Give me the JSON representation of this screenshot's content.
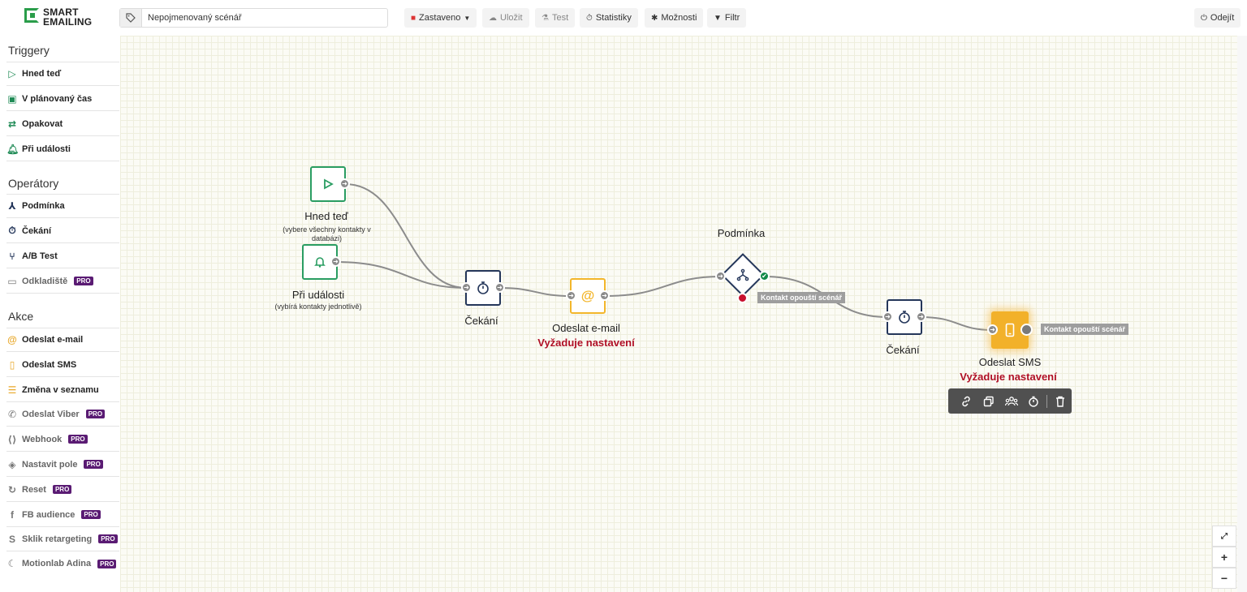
{
  "header": {
    "logo_line1": "SMART",
    "logo_line2": "EMAILING",
    "scenario_name": "Nepojmenovaný scénář",
    "buttons": {
      "status": "Zastaveno",
      "save": "Uložit",
      "test": "Test",
      "statistics": "Statistiky",
      "options": "Možnosti",
      "filter": "Filtr",
      "exit": "Odejít"
    }
  },
  "sidebar": {
    "triggers_title": "Triggery",
    "triggers": [
      {
        "label": "Hned teď",
        "icon": "play-icon"
      },
      {
        "label": "V plánovaný čas",
        "icon": "calendar-icon"
      },
      {
        "label": "Opakovat",
        "icon": "repeat-icon"
      },
      {
        "label": "Při události",
        "icon": "bell-icon"
      }
    ],
    "operators_title": "Operátory",
    "operators": [
      {
        "label": "Podmínka",
        "icon": "branch-icon"
      },
      {
        "label": "Čekání",
        "icon": "stopwatch-icon"
      },
      {
        "label": "A/B Test",
        "icon": "ab-split-icon"
      },
      {
        "label": "Odkladiště",
        "icon": "archive-icon",
        "badge": "PRO"
      }
    ],
    "actions_title": "Akce",
    "actions": [
      {
        "label": "Odeslat e-mail",
        "icon": "at-icon"
      },
      {
        "label": "Odeslat SMS",
        "icon": "phone-icon"
      },
      {
        "label": "Změna v seznamu",
        "icon": "list-icon"
      },
      {
        "label": "Odeslat Viber",
        "icon": "viber-icon",
        "badge": "PRO"
      },
      {
        "label": "Webhook",
        "icon": "webhook-icon",
        "badge": "PRO"
      },
      {
        "label": "Nastavit pole",
        "icon": "tag-icon",
        "badge": "PRO"
      },
      {
        "label": "Reset",
        "icon": "reset-icon",
        "badge": "PRO"
      },
      {
        "label": "FB audience",
        "icon": "facebook-icon",
        "badge": "PRO"
      },
      {
        "label": "Sklik retargeting",
        "icon": "sklik-icon",
        "badge": "PRO"
      },
      {
        "label": "Motionlab Adina",
        "icon": "moon-icon",
        "badge": "PRO"
      }
    ]
  },
  "canvas": {
    "nodes": {
      "trigger_now": {
        "title": "Hned teď",
        "subtitle": "(vybere všechny kontakty v databázi)"
      },
      "trigger_event": {
        "title": "Při události",
        "subtitle": "(vybírá kontakty jednotlivě)"
      },
      "wait1": {
        "title": "Čekání"
      },
      "email": {
        "title": "Odeslat e-mail",
        "warning": "Vyžaduje nastavení"
      },
      "condition": {
        "title": "Podmínka",
        "exit": "Kontakt opouští scénář"
      },
      "wait2": {
        "title": "Čekání"
      },
      "sms": {
        "title": "Odeslat SMS",
        "warning": "Vyžaduje nastavení",
        "exit": "Kontakt opouští scénář"
      }
    },
    "toolbar_icons": [
      "link-icon",
      "copy-icon",
      "users-icon",
      "timer-icon",
      "trash-icon"
    ]
  },
  "zoom": {
    "fit": "⤢",
    "in": "+",
    "out": "−"
  },
  "colors": {
    "brand_green": "#2a9d62",
    "operator_navy": "#24365a",
    "action_orange": "#f3b62b",
    "warning_red": "#b01026",
    "pro_purple": "#5a1b73"
  }
}
